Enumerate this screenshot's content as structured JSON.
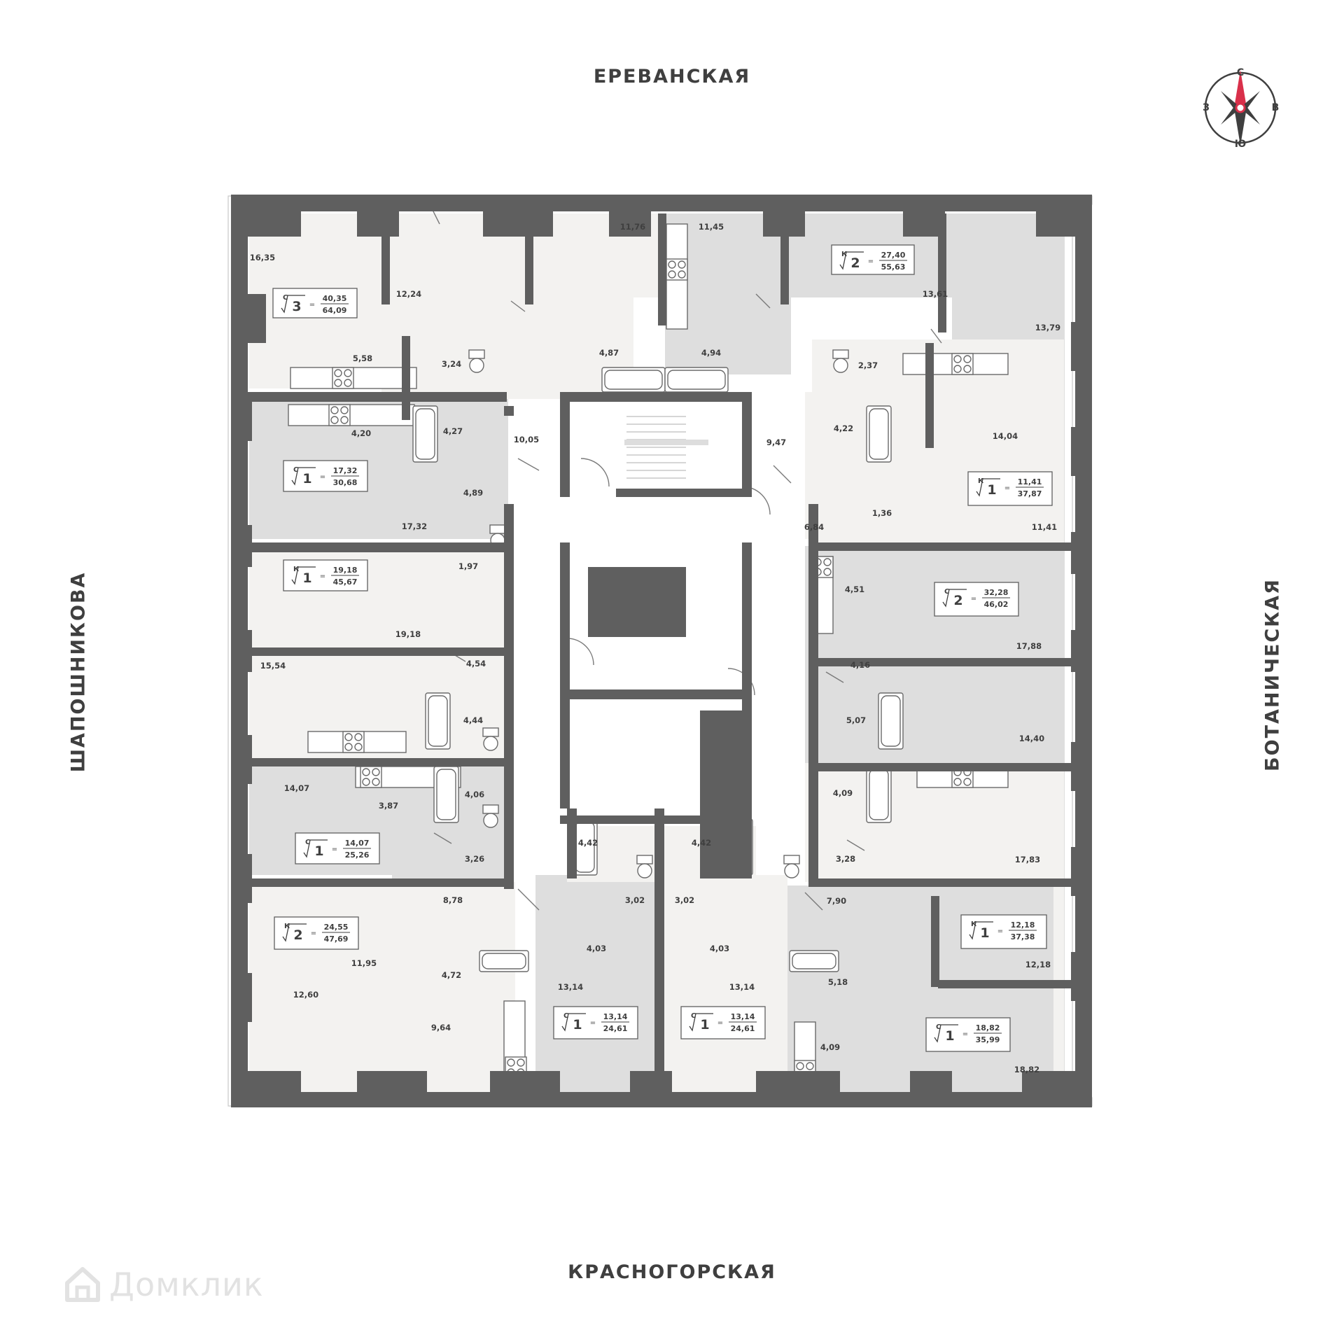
{
  "streets": {
    "top": "ЕРЕВАНСКАЯ",
    "bottom": "КРАСНОГОРСКАЯ",
    "left": "ШАПОШНИКОВА",
    "right": "БОТАНИЧЕСКАЯ"
  },
  "compass": {
    "north": "С",
    "south": "Ю",
    "west": "З",
    "east": "В"
  },
  "watermark": {
    "text": "Домклик"
  },
  "colors": {
    "wall": "#5f5f5f",
    "apartment_light": "#f3f2f0",
    "apartment_dark": "#dedede",
    "corridor": "#ffffff",
    "compass_accent": "#d9304a",
    "text": "#3f3f3f"
  },
  "apartments": [
    {
      "type": "С",
      "rooms": "3",
      "living": "40,35",
      "total": "64,09"
    },
    {
      "type": "К",
      "rooms": "2",
      "living": "27,40",
      "total": "55,63"
    },
    {
      "type": "С",
      "rooms": "1",
      "living": "17,32",
      "total": "30,68"
    },
    {
      "type": "К",
      "rooms": "1",
      "living": "11,41",
      "total": "37,87"
    },
    {
      "type": "К",
      "rooms": "1",
      "living": "19,18",
      "total": "45,67"
    },
    {
      "type": "С",
      "rooms": "2",
      "living": "32,28",
      "total": "46,02"
    },
    {
      "type": "С",
      "rooms": "1",
      "living": "14,07",
      "total": "25,26"
    },
    {
      "type": "К",
      "rooms": "1",
      "living": "12,18",
      "total": "37,38"
    },
    {
      "type": "К",
      "rooms": "2",
      "living": "24,55",
      "total": "47,69"
    },
    {
      "type": "С",
      "rooms": "1",
      "living": "13,14",
      "total": "24,61"
    },
    {
      "type": "С",
      "rooms": "1",
      "living": "13,14",
      "total": "24,61"
    },
    {
      "type": "С",
      "rooms": "1",
      "living": "18,82",
      "total": "35,99"
    }
  ],
  "room_areas": [
    "16,35",
    "12,24",
    "11,76",
    "11,45",
    "13,61",
    "13,79",
    "5,58",
    "3,24",
    "4,87",
    "4,94",
    "2,37",
    "4,20",
    "4,27",
    "10,05",
    "9,47",
    "4,22",
    "14,04",
    "4,89",
    "17,32",
    "6,84",
    "1,36",
    "11,41",
    "1,97",
    "4,51",
    "17,88",
    "19,18",
    "15,54",
    "4,54",
    "4,16",
    "4,44",
    "5,07",
    "14,40",
    "14,07",
    "3,87",
    "4,06",
    "4,09",
    "4,42",
    "4,42",
    "3,26",
    "3,28",
    "17,83",
    "8,78",
    "3,02",
    "3,02",
    "7,90",
    "11,95",
    "4,03",
    "4,03",
    "4,72",
    "13,14",
    "13,14",
    "5,18",
    "12,18",
    "12,60",
    "9,64",
    "4,09",
    "18,82"
  ]
}
